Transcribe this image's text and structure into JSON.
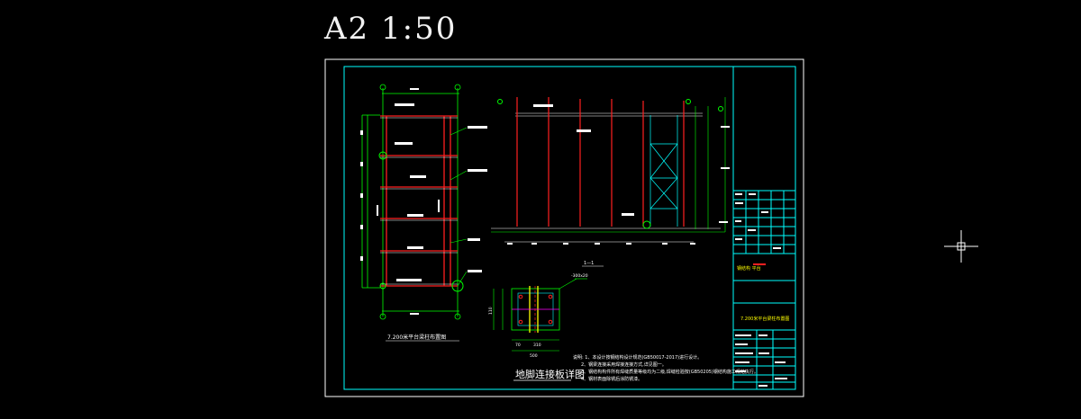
{
  "header": {
    "title": "A2 1:50"
  },
  "drawing": {
    "plan_caption": "7.200米平台梁柱布置图",
    "detail_title": "地脚连接板详图",
    "section_mark": "1—1",
    "notes": [
      "说明: 1、本设计按钢结构设计规范(GB50017-2017)进行设计。",
      "2、钢梁连接采用焊接连接方式,详见图一。",
      "3、钢结构构件所有焊缝质量等级均为二级,焊缝检验按(GB50205)钢结构施工规范执行。",
      "4、钢材表面除锈后涂防锈漆。"
    ],
    "detail_dims": {
      "d1": "500",
      "d2": "310",
      "d3": "110",
      "d4": "70",
      "d5": "-300x20"
    },
    "title_block": {
      "project": "钢结构 平台",
      "drawing_name": "7.200米平台梁柱布置图"
    }
  },
  "colors": {
    "frame": "#ffffff",
    "cyan": "#00ffff",
    "green": "#00ff00",
    "red": "#ff2020",
    "yellow": "#ffff00",
    "white": "#ffffff",
    "magenta": "#ff00ff"
  }
}
